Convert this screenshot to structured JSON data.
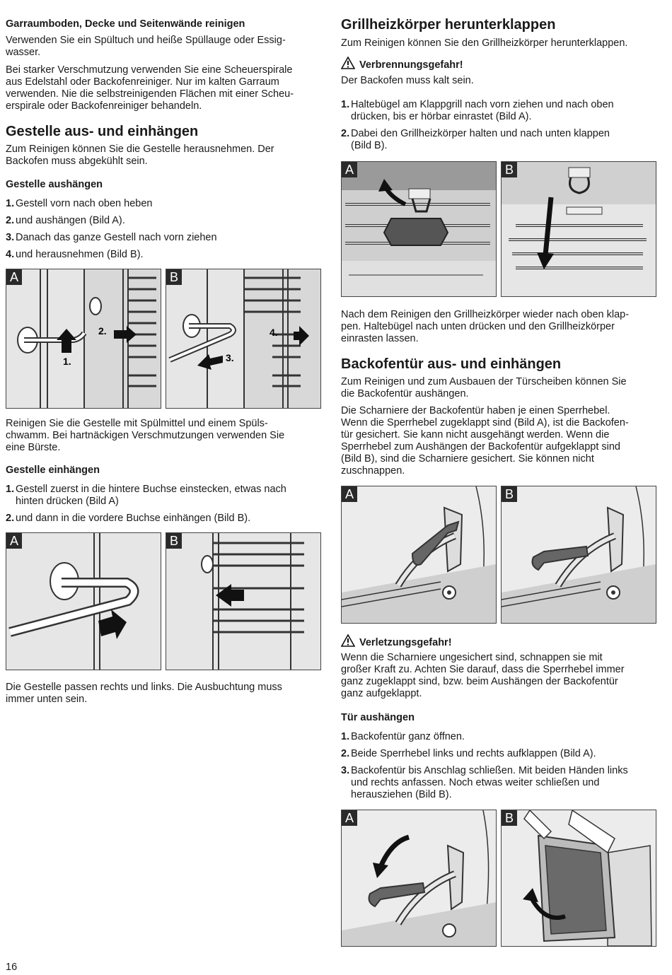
{
  "left": {
    "s1_heading": "Garraumboden, Decke und Seitenwände reinigen",
    "s1_p1": [
      "Verwenden Sie ein Spültuch und heiße Spüllauge oder Essig-",
      "wasser."
    ],
    "s1_p2": [
      "Bei starker Verschmutzung verwenden Sie eine Scheuerspirale",
      "aus Edelstahl oder Backofenreiniger. Nur im kalten Garraum",
      "verwenden. Nie die selbstreinigenden Flächen mit einer Scheu-",
      "erspirale oder Backofenreiniger behandeln."
    ],
    "s2_heading": "Gestelle aus- und einhängen",
    "s2_intro": [
      "Zum Reinigen können Sie die Gestelle herausnehmen. Der",
      "Backofen muss abgekühlt sein."
    ],
    "s2_sub1": "Gestelle aushängen",
    "s2_steps1": [
      {
        "num": "1.",
        "text": "Gestell vorn nach oben heben"
      },
      {
        "num": "2.",
        "text": "und aushängen (Bild A)."
      },
      {
        "num": "3.",
        "text": "Danach das ganze Gestell nach vorn ziehen"
      },
      {
        "num": "4.",
        "text": "und herausnehmen (Bild B)."
      }
    ],
    "fig1": {
      "a": "A",
      "b": "B",
      "callouts": [
        "1.",
        "2.",
        "3.",
        "4."
      ]
    },
    "s2_p2": [
      "Reinigen Sie die Gestelle mit Spülmittel und einem Spüls-",
      "chwamm. Bei hartnäckigen Verschmutzungen verwenden Sie",
      "eine Bürste."
    ],
    "s2_sub2": "Gestelle einhängen",
    "s2_steps2": [
      {
        "num": "1.",
        "text": "Gestell zuerst in die hintere Buchse einstecken, etwas nach",
        "text2": "hinten drücken (Bild A)"
      },
      {
        "num": "2.",
        "text": "und dann in die vordere Buchse einhängen (Bild B)."
      }
    ],
    "fig2": {
      "a": "A",
      "b": "B"
    },
    "s2_p3": [
      "Die Gestelle passen rechts und links. Die Ausbuchtung muss",
      "immer unten sein."
    ]
  },
  "right": {
    "s3_heading": "Grillheizkörper herunterklappen",
    "s3_intro": "Zum Reinigen können Sie den Grillheizkörper herunterklappen.",
    "s3_warn": "Verbrennungsgefahr!",
    "s3_warn_text": "Der Backofen muss kalt sein.",
    "s3_steps": [
      {
        "num": "1.",
        "text": "Haltebügel am Klappgrill nach vorn ziehen und nach oben",
        "text2": "drücken, bis er hörbar einrastet (Bild A)."
      },
      {
        "num": "2.",
        "text": "Dabei den Grillheizkörper halten und nach unten klappen",
        "text2": "(Bild B)."
      }
    ],
    "fig3": {
      "a": "A",
      "b": "B"
    },
    "s3_p2": [
      "Nach dem Reinigen den Grillheizkörper wieder nach oben klap-",
      "pen. Haltebügel nach unten drücken und den Grillheizkörper",
      "einrasten lassen."
    ],
    "s4_heading": "Backofentür aus- und einhängen",
    "s4_intro": [
      "Zum Reinigen und zum Ausbauen der Türscheiben können Sie",
      "die Backofentür aushängen."
    ],
    "s4_p2": [
      "Die Scharniere der Backofentür haben je einen Sperrhebel.",
      "Wenn die Sperrhebel zugeklappt sind (Bild A), ist die Backofen-",
      "tür gesichert. Sie kann nicht ausgehängt werden. Wenn die",
      "Sperrhebel zum Aushängen der Backofentür aufgeklappt sind",
      "(Bild B), sind die Scharniere gesichert. Sie können nicht",
      "zuschnappen."
    ],
    "fig4": {
      "a": "A",
      "b": "B"
    },
    "s4_warn": "Verletzungsgefahr!",
    "s4_warn_text": [
      "Wenn die Scharniere ungesichert sind, schnappen sie mit",
      "großer Kraft zu. Achten Sie darauf, dass die Sperrhebel immer",
      "ganz zugeklappt sind, bzw. beim Aushängen der Backofentür",
      "ganz aufgeklappt."
    ],
    "s4_sub": "Tür aushängen",
    "s4_steps": [
      {
        "num": "1.",
        "text": "Backofentür ganz öffnen."
      },
      {
        "num": "2.",
        "text": "Beide Sperrhebel links und rechts aufklappen (Bild A)."
      },
      {
        "num": "3.",
        "text": "Backofentür bis Anschlag schließen. Mit beiden Händen links",
        "text2": "und rechts anfassen. Noch etwas weiter schließen und",
        "text3": "herausziehen (Bild B)."
      }
    ],
    "fig5": {
      "a": "A",
      "b": "B"
    }
  },
  "page_number": "16",
  "icons": {
    "warning": "warning-triangle-icon",
    "arrow": "arrow-icon"
  }
}
